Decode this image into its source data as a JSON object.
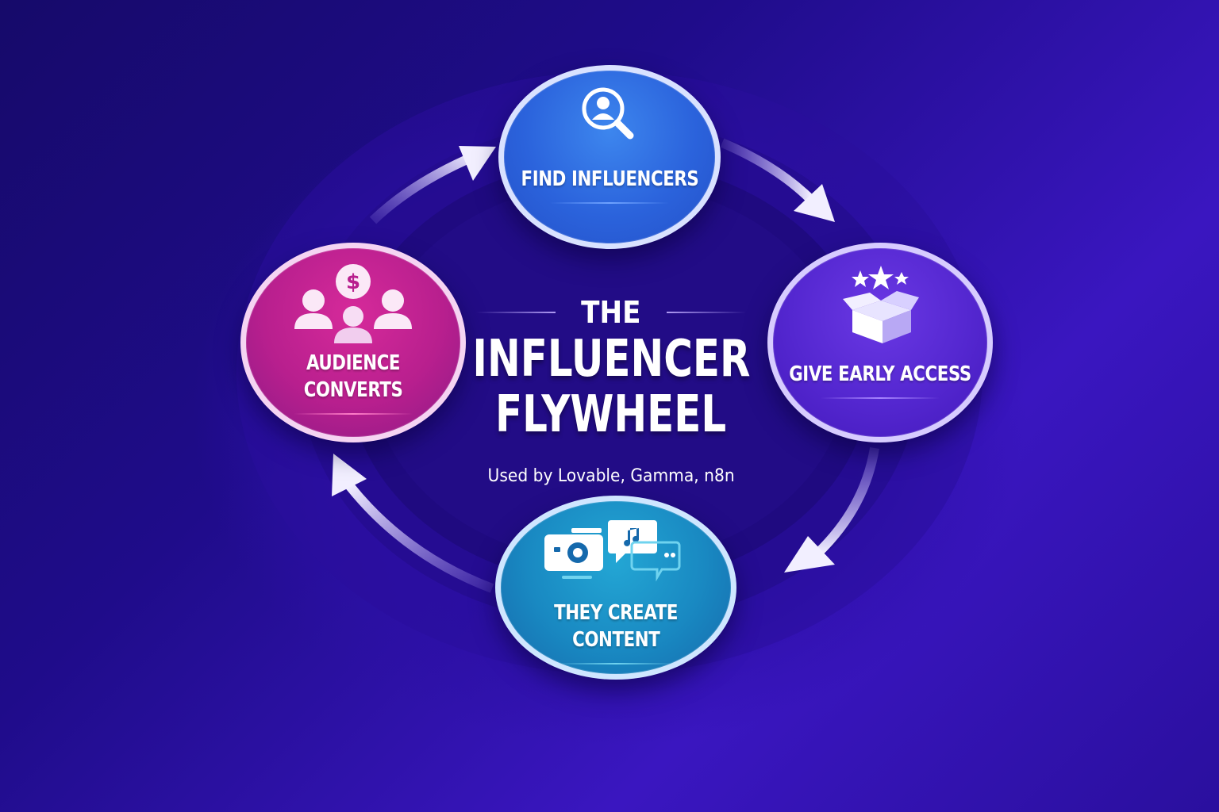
{
  "diagram": {
    "type": "cycle-flywheel",
    "title": {
      "line1": "THE",
      "line2": "INFLUENCER",
      "line3": "FLYWHEEL"
    },
    "subtitle": "Used by Lovable, Gamma, n8n",
    "steps": [
      {
        "id": "find",
        "label": "FIND INFLUENCERS",
        "icon": "magnifier-person-icon",
        "color": "#2b63dc",
        "position": "top"
      },
      {
        "id": "give",
        "label": "GIVE EARLY ACCESS",
        "icon": "gift-box-stars-icon",
        "color": "#5427d0",
        "position": "right"
      },
      {
        "id": "create",
        "label_line1": "THEY CREATE",
        "label_line2": "CONTENT",
        "icon": "camera-music-chat-icon",
        "color": "#1989c2",
        "position": "bottom"
      },
      {
        "id": "audience",
        "label_line1": "AUDIENCE",
        "label_line2": "CONVERTS",
        "icon": "audience-dollar-icon",
        "color": "#b81f8e",
        "position": "left"
      }
    ],
    "flow": [
      {
        "from": "find",
        "to": "give",
        "direction": "clockwise"
      },
      {
        "from": "give",
        "to": "create",
        "direction": "clockwise"
      },
      {
        "from": "create",
        "to": "audience",
        "direction": "clockwise"
      },
      {
        "from": "audience",
        "to": "find",
        "direction": "clockwise"
      }
    ],
    "colors": {
      "background": "#1f0c8a",
      "accent_purple": "#5427d0",
      "arrow": "#ece8ff"
    }
  }
}
